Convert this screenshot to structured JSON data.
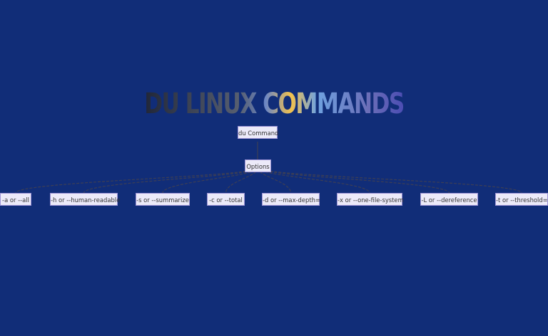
{
  "title": "DU LINUX COMMANDS",
  "root": "du Command",
  "hub": "Options",
  "options": [
    "-a or --all",
    "-h or --human-readable",
    "-s or --summarize",
    "-c or --total",
    "-d or --max-depth=",
    "-x or --one-file-system",
    "-L or --dereference",
    "-t or --threshold="
  ],
  "colors": {
    "background": "#112d78",
    "node_fill": "#eceaf9",
    "node_border": "#9c93d6",
    "edge": "#3d3f55"
  }
}
